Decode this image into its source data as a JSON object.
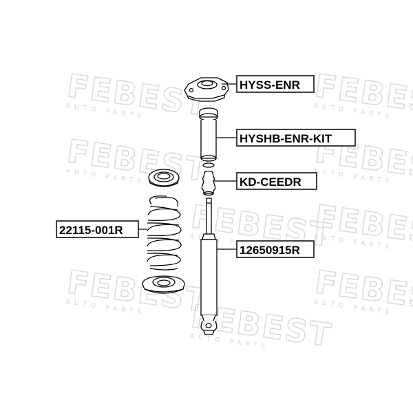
{
  "watermark": {
    "brand": "FEBEST",
    "subtitle": "AUTO PARTS"
  },
  "parts": [
    {
      "part_number": "HYSS-ENR"
    },
    {
      "part_number": "HYSHB-ENR-KIT"
    },
    {
      "part_number": "KD-CEEDR"
    },
    {
      "part_number": "22115-001R"
    },
    {
      "part_number": "12650915R"
    }
  ],
  "colors": {
    "line": "#000000",
    "watermark": "#dcdcdc",
    "label_box_border": "#000000",
    "background": "#ffffff"
  }
}
